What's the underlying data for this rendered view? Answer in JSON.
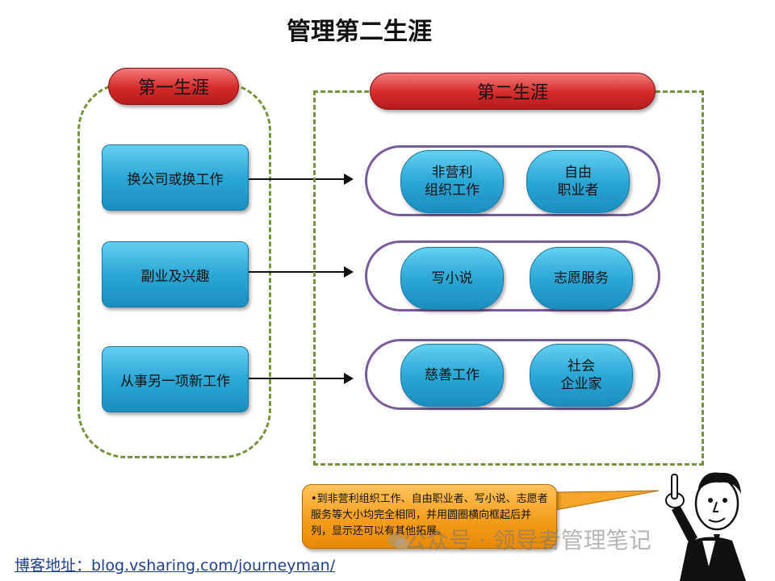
{
  "title": "管理第二生涯",
  "first_career": {
    "header": "第一生涯",
    "items": [
      "换公司或换工作",
      "副业及兴趣",
      "从事另一项新工作"
    ]
  },
  "second_career": {
    "header": "第二生涯",
    "groups": [
      [
        "非营利\n组织工作",
        "自由\n职业者"
      ],
      [
        "写小说",
        "志愿服务"
      ],
      [
        "慈善工作",
        "社会\n企业家"
      ]
    ]
  },
  "callout": {
    "text": "•到非营利组织工作、自由职业者、写小说、志愿者服务等大小均完全相同，并用圆圈横向框起后并列，显示还可以有其他拓展。"
  },
  "footer": {
    "blog_link": "博客地址：blog.vsharing.com/journeyman/"
  },
  "watermark": {
    "text": "公众号 · 领导者管理笔记"
  },
  "colors": {
    "frame": "#76923c",
    "red_header": "#d42a2a",
    "blue_box": "#2ba7d6",
    "oval": "#7a5b9c",
    "callout": "#f49b18"
  }
}
